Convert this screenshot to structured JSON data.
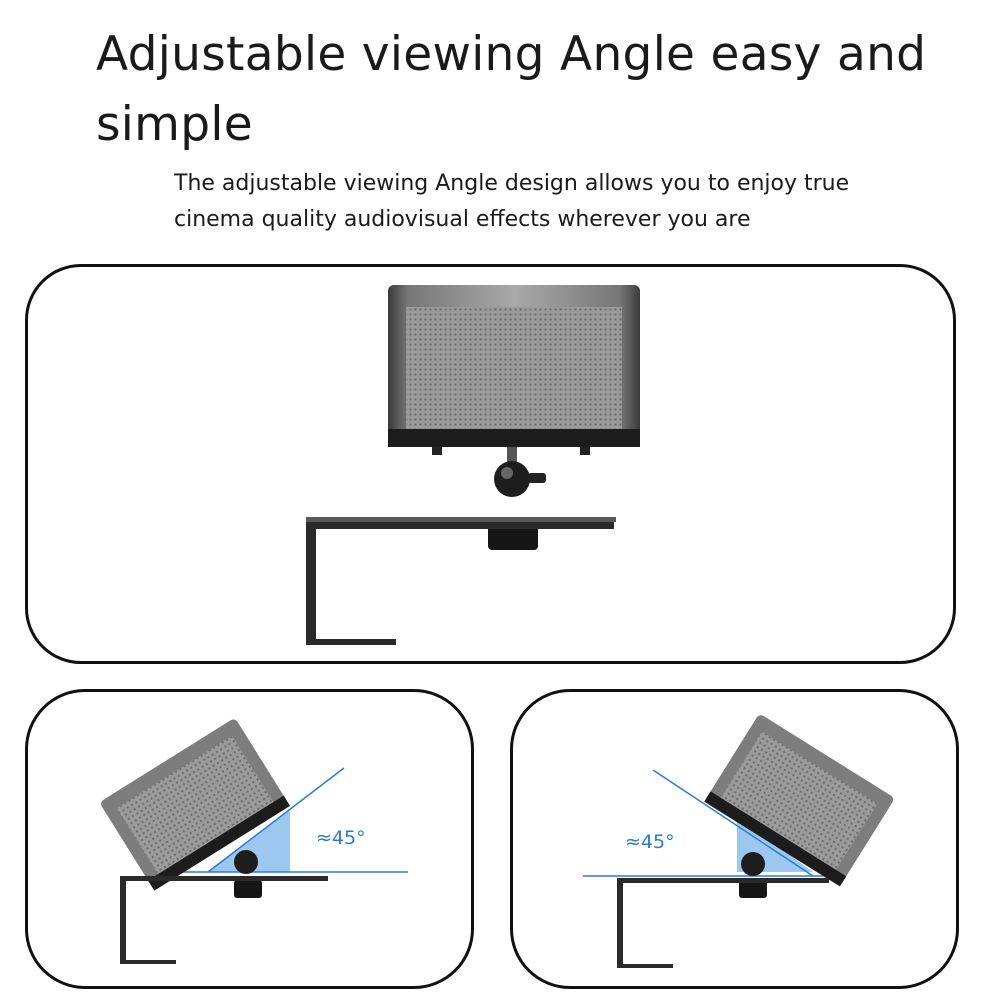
{
  "heading": {
    "title": "Adjustable viewing Angle easy and simple",
    "subtitle": "The adjustable viewing Angle design allows you to enjoy true cinema quality audiovisual effects wherever you are"
  },
  "left_panel": {
    "angle_label": "≈45°"
  },
  "right_panel": {
    "angle_label": "≈45°"
  },
  "colors": {
    "accent": "#2b7bd6",
    "angle_fill": "#9cc7ee",
    "projector_body": "#8a8a8a",
    "outline": "#111111"
  },
  "icons": [
    "projector-image",
    "ball-head-mount",
    "l-bracket"
  ]
}
